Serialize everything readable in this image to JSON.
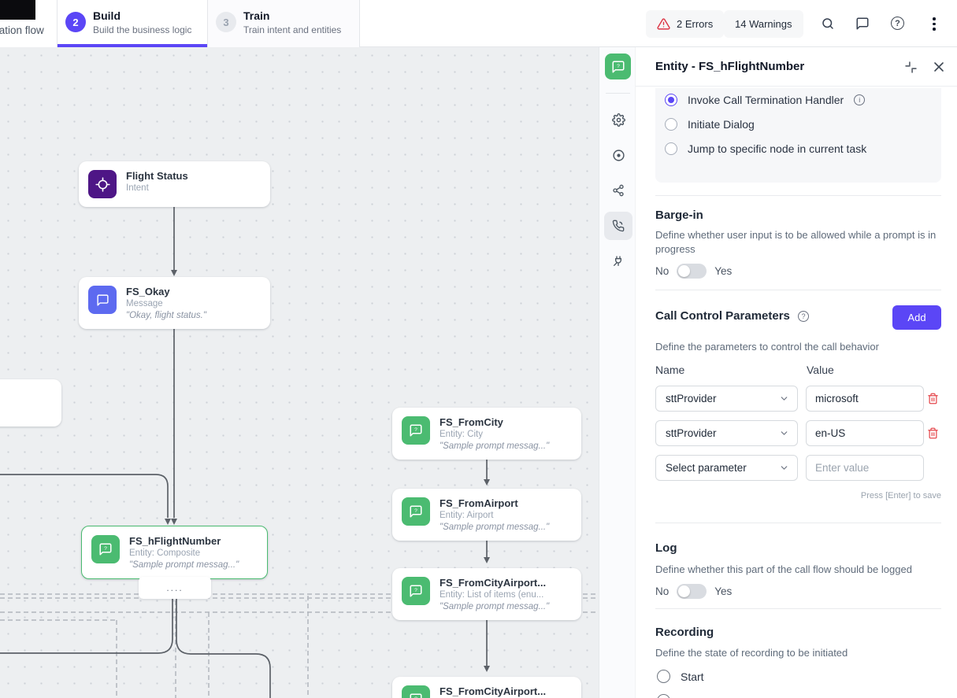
{
  "colors": {
    "accent_purple": "#5b46f6",
    "entity_green": "#4bbb71",
    "message_indigo": "#5d6af0",
    "intent_purple": "#4e1686",
    "error_red": "#e5484d"
  },
  "topbar": {
    "partial_tab_label": "sation flow",
    "build_tab": {
      "number": "2",
      "title": "Build",
      "subtitle": "Build the business logic"
    },
    "train_tab": {
      "number": "3",
      "title": "Train",
      "subtitle": "Train intent and entities"
    },
    "errors_label": "2 Errors",
    "warnings_label": "14 Warnings",
    "icons": [
      "alert-triangle-icon",
      "search-icon",
      "comment-icon",
      "help-icon",
      "kebab-menu-icon"
    ]
  },
  "canvas": {
    "nodes": [
      {
        "title": "Flight Status",
        "subtitle": "Intent"
      },
      {
        "title": "FS_Okay",
        "subtitle": "Message",
        "quote": "\"Okay, flight status.\""
      },
      {
        "title": "FS_hFlightNumber",
        "subtitle": "Entity: Composite",
        "quote": "\"Sample prompt messag...\""
      },
      {
        "title": "FS_FromCity",
        "subtitle": "Entity: City",
        "quote": "\"Sample prompt messag...\""
      },
      {
        "title": "FS_FromAirport",
        "subtitle": "Entity: Airport",
        "quote": "\"Sample prompt messag...\""
      },
      {
        "title": "FS_FromCityAirport...",
        "subtitle": "Entity: List of items (enu...",
        "quote": "\"Sample prompt messag...\""
      },
      {
        "title": "FS_FromCityAirport..."
      }
    ],
    "collapsed_pill_label": "...."
  },
  "panel": {
    "title": "Entity - FS_hFlightNumber",
    "rail_icons": [
      "entity-chat-icon",
      "gear-icon",
      "record-target-icon",
      "share-icon",
      "phone-call-icon",
      "plug-disconnect-icon"
    ],
    "on_exit_options": [
      {
        "label": "Invoke Call Termination Handler",
        "selected": true,
        "has_info": true
      },
      {
        "label": "Initiate Dialog",
        "selected": false
      },
      {
        "label": "Jump to specific node in current task",
        "selected": false
      }
    ],
    "barge_in": {
      "heading": "Barge-in",
      "description": "Define whether user input is to be allowed while a prompt is in progress",
      "no_label": "No",
      "yes_label": "Yes",
      "value": "No"
    },
    "call_control": {
      "heading": "Call Control Parameters",
      "add_button_label": "Add",
      "description": "Define the parameters to control the call behavior",
      "name_header": "Name",
      "value_header": "Value",
      "rows": [
        {
          "name": "sttProvider",
          "value": "microsoft"
        },
        {
          "name": "sttProvider",
          "value": "en-US"
        }
      ],
      "empty_row": {
        "name_placeholder": "Select parameter",
        "value_placeholder": "Enter value"
      },
      "save_hint": "Press [Enter] to save"
    },
    "log": {
      "heading": "Log",
      "description": "Define whether this part of the call flow should be logged",
      "no_label": "No",
      "yes_label": "Yes",
      "value": "No"
    },
    "recording": {
      "heading": "Recording",
      "description": "Define the state of recording to be initiated",
      "options": [
        {
          "label": "Start"
        }
      ]
    }
  }
}
